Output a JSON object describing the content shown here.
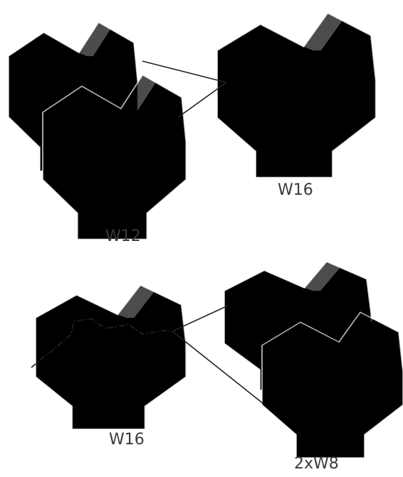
{
  "labels": {
    "w12": "W12",
    "w16_top": "W16",
    "w16_bottom": "W16",
    "x2w8": "2xW8"
  },
  "colors": {
    "green": "#9bc3a3",
    "blue": "#a9cde0",
    "red": "#c4677a",
    "peach": "#f3d2b4",
    "connector": "#222222"
  }
}
